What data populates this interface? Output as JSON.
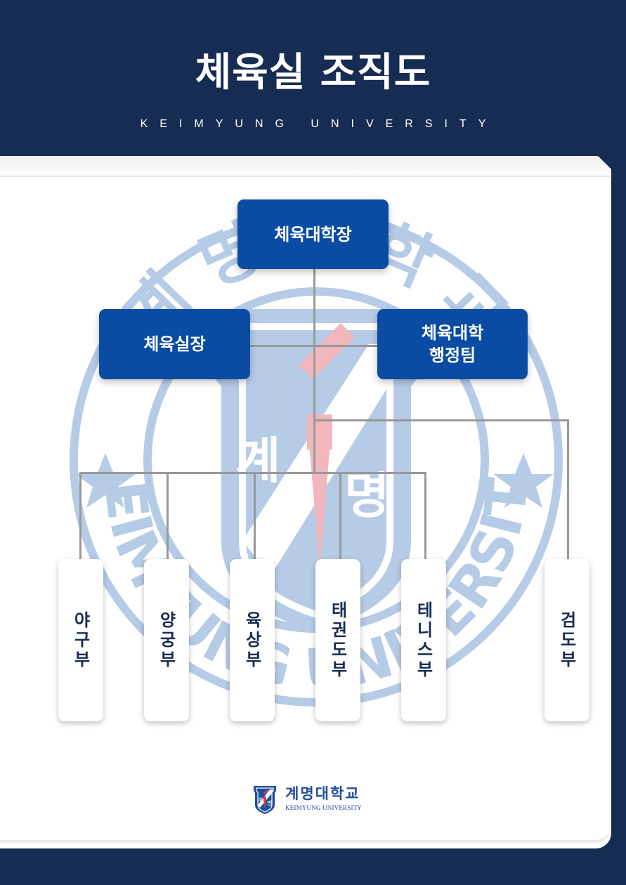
{
  "header": {
    "title": "체육실 조직도",
    "subtitle": "KEIMYUNG UNIVERSITY"
  },
  "org": {
    "top": {
      "label": "체육대학장"
    },
    "level2": [
      {
        "label": "체육실장"
      },
      {
        "label_line1": "체육대학",
        "label_line2": "행정팀"
      }
    ],
    "clubs": [
      {
        "label": "야구부"
      },
      {
        "label": "양궁부"
      },
      {
        "label": "육상부"
      },
      {
        "label": "태권도부"
      },
      {
        "label": "테니스부"
      },
      {
        "label": "검도부"
      }
    ]
  },
  "watermark": {
    "ring_text": "계명대학교 KEIMYUNG UNIVERSITY",
    "shield_text_left": "계",
    "shield_text_right": "명"
  },
  "logo": {
    "name_kr": "계명대학교",
    "name_en": "KEIMYUNG UNIVERSITY",
    "shield_text_left": "계",
    "shield_text_right": "명"
  },
  "colors": {
    "navy": "#172c52",
    "box_blue": "#0a4ca3",
    "connector": "#999999",
    "watermark_blue": "#b6cbe6",
    "watermark_red": "#f2b6bd"
  }
}
